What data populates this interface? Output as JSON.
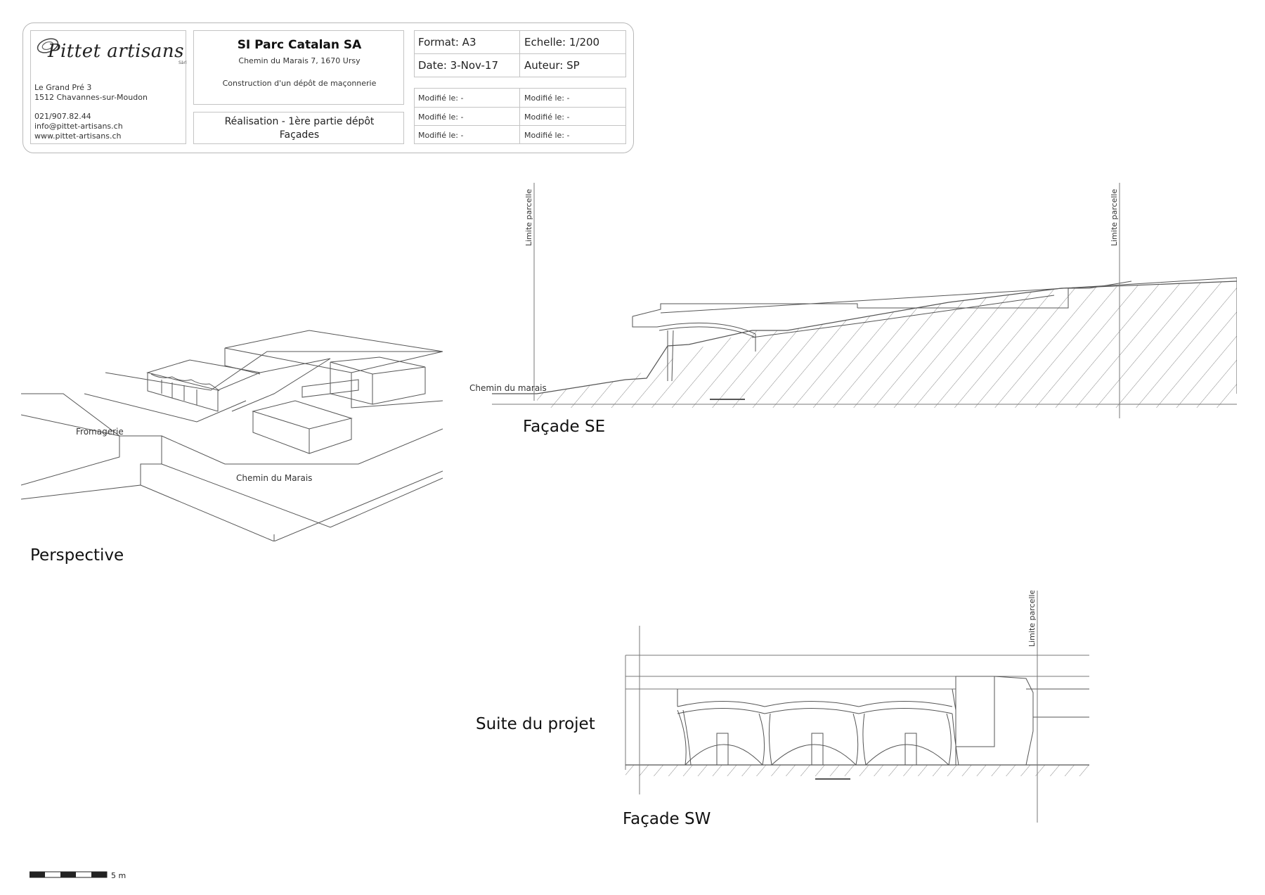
{
  "company": {
    "logo_text": "Pittet artisans",
    "logo_suffix": "Sàrl",
    "address_line1": "Le Grand Pré 3",
    "address_line2": "1512 Chavannes-sur-Moudon",
    "phone": "021/907.82.44",
    "email": "info@pittet-artisans.ch",
    "website": "www.pittet-artisans.ch"
  },
  "project": {
    "client": "SI Parc Catalan SA",
    "address": "Chemin du Marais 7, 1670 Ursy",
    "description": "Construction d'un dépôt de maçonnerie",
    "phase_line1": "Réalisation - 1ère partie dépôt",
    "phase_line2": "Façades"
  },
  "meta": {
    "format": "Format: A3",
    "scale": "Echelle: 1/200",
    "date": "Date: 3-Nov-17",
    "author": "Auteur: SP",
    "modified": [
      "Modifié le: -",
      "Modifié le: -",
      "Modifié le: -",
      "Modifié le: -",
      "Modifié le: -",
      "Modifié le: -"
    ]
  },
  "views": {
    "perspective": {
      "caption": "Perspective",
      "label_fromagerie": "Fromagerie",
      "label_road": "Chemin du Marais"
    },
    "facade_se": {
      "caption": "Façade SE",
      "label_road": "Chemin du marais",
      "limit_left": "Limite parcelle",
      "limit_right": "Limite parcelle"
    },
    "facade_sw": {
      "caption": "Façade SW",
      "note": "Suite du projet",
      "limit": "Limite parcelle"
    }
  },
  "scale_bar": {
    "label": "5 m"
  }
}
